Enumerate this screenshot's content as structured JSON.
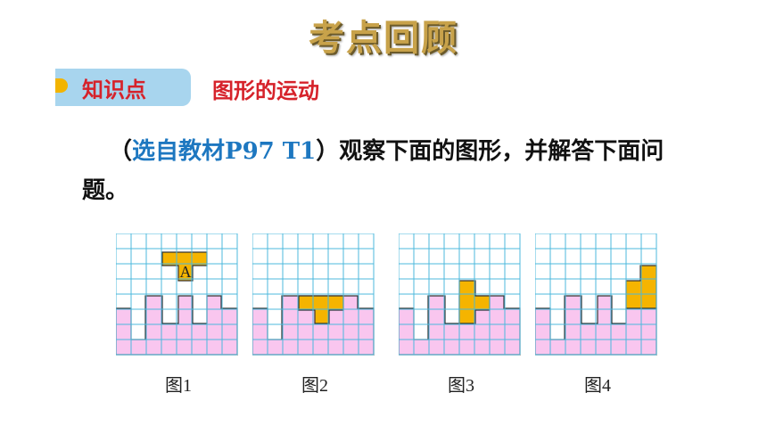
{
  "title": "考点回顾",
  "knowledge_tab": {
    "label": "知识点"
  },
  "topic": "图形的运动",
  "question": {
    "open_paren": "（",
    "source": "选自教材P97  T1",
    "close_paren": "）",
    "text": "观察下面的图形，并解答下面问题。"
  },
  "figures": [
    {
      "label": "图1",
      "piece_label": "A"
    },
    {
      "label": "图2"
    },
    {
      "label": "图3"
    },
    {
      "label": "图4"
    }
  ],
  "colors": {
    "grid": "#4cb8dc",
    "base": "#f9c6ef",
    "piece": "#f5b400",
    "title": "#c8a24a",
    "accent_red": "#d6222a",
    "accent_blue": "#1d77c0"
  }
}
